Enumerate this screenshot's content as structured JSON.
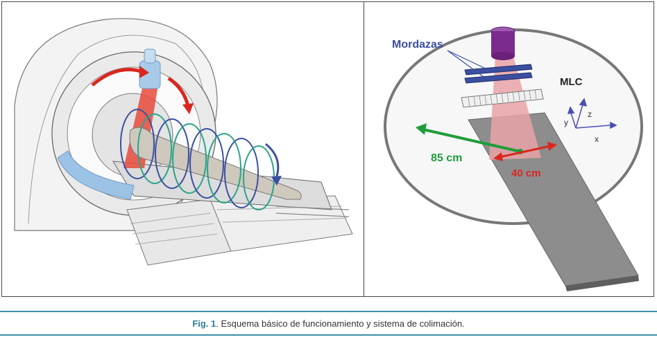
{
  "figure": {
    "right_panel": {
      "jaws_label": "Mordazas",
      "mlc_label": "MLC",
      "axis_x": "x",
      "axis_y": "y",
      "axis_z": "z",
      "distance_green": "85 cm",
      "distance_red": "40 cm"
    },
    "caption": {
      "label": "Fig. 1",
      "text": ". Esquema básico de funcionamiento y sistema de colimación."
    },
    "colors": {
      "caption_accent": "#2a7f9a",
      "arrow_red": "#d9271f",
      "arrow_green": "#1f9d3a",
      "jaws_blue": "#3b4fa0",
      "source_purple": "#7b2a8e"
    }
  }
}
